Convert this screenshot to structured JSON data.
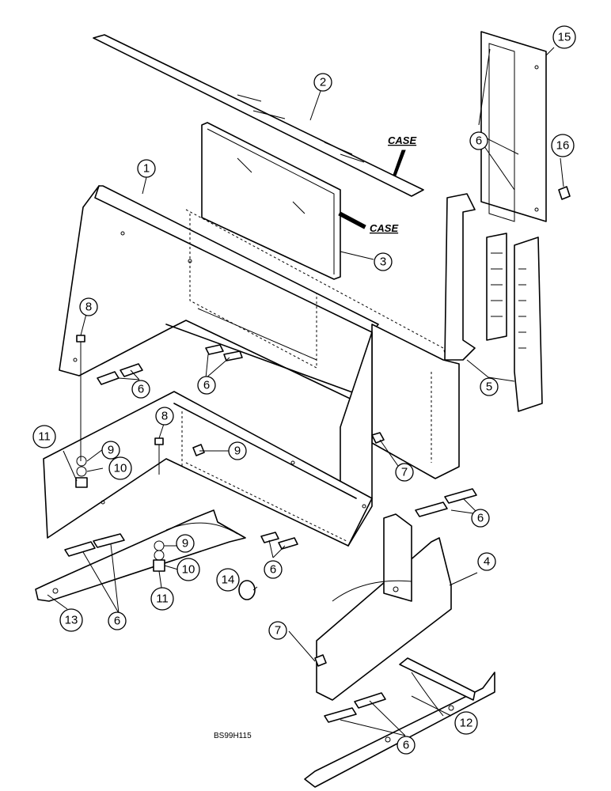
{
  "diagram": {
    "code": "BS99H115",
    "logo_text": "CASE",
    "callouts": [
      {
        "id": "c1",
        "label": "1"
      },
      {
        "id": "c2",
        "label": "2"
      },
      {
        "id": "c3",
        "label": "3"
      },
      {
        "id": "c4",
        "label": "4"
      },
      {
        "id": "c5",
        "label": "5"
      },
      {
        "id": "c6a",
        "label": "6"
      },
      {
        "id": "c6b",
        "label": "6"
      },
      {
        "id": "c6c",
        "label": "6"
      },
      {
        "id": "c6d",
        "label": "6"
      },
      {
        "id": "c6e",
        "label": "6"
      },
      {
        "id": "c6f",
        "label": "6"
      },
      {
        "id": "c6g",
        "label": "6"
      },
      {
        "id": "c7a",
        "label": "7"
      },
      {
        "id": "c7b",
        "label": "7"
      },
      {
        "id": "c8a",
        "label": "8"
      },
      {
        "id": "c8b",
        "label": "8"
      },
      {
        "id": "c9a",
        "label": "9"
      },
      {
        "id": "c9b",
        "label": "9"
      },
      {
        "id": "c9c",
        "label": "9"
      },
      {
        "id": "c10a",
        "label": "10"
      },
      {
        "id": "c10b",
        "label": "10"
      },
      {
        "id": "c11a",
        "label": "11"
      },
      {
        "id": "c11b",
        "label": "11"
      },
      {
        "id": "c12",
        "label": "12"
      },
      {
        "id": "c13",
        "label": "13"
      },
      {
        "id": "c14",
        "label": "14"
      },
      {
        "id": "c15",
        "label": "15"
      },
      {
        "id": "c16",
        "label": "16"
      }
    ]
  }
}
